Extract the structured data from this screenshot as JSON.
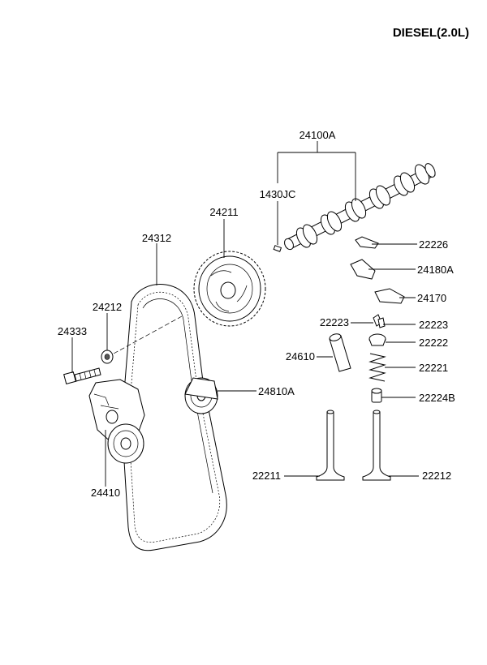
{
  "title": "DIESEL(2.0L)",
  "labels": {
    "p24100A": "24100A",
    "p1430JC": "1430JC",
    "p24211": "24211",
    "p24312": "24312",
    "p22226": "22226",
    "p24180A": "24180A",
    "p24170": "24170",
    "p24212": "24212",
    "p24333": "24333",
    "p22223a": "22223",
    "p22223b": "22223",
    "p22222": "22222",
    "p24610": "24610",
    "p22221": "22221",
    "p24810A": "24810A",
    "p22224B": "22224B",
    "p24410": "24410",
    "p22211": "22211",
    "p22212": "22212"
  }
}
